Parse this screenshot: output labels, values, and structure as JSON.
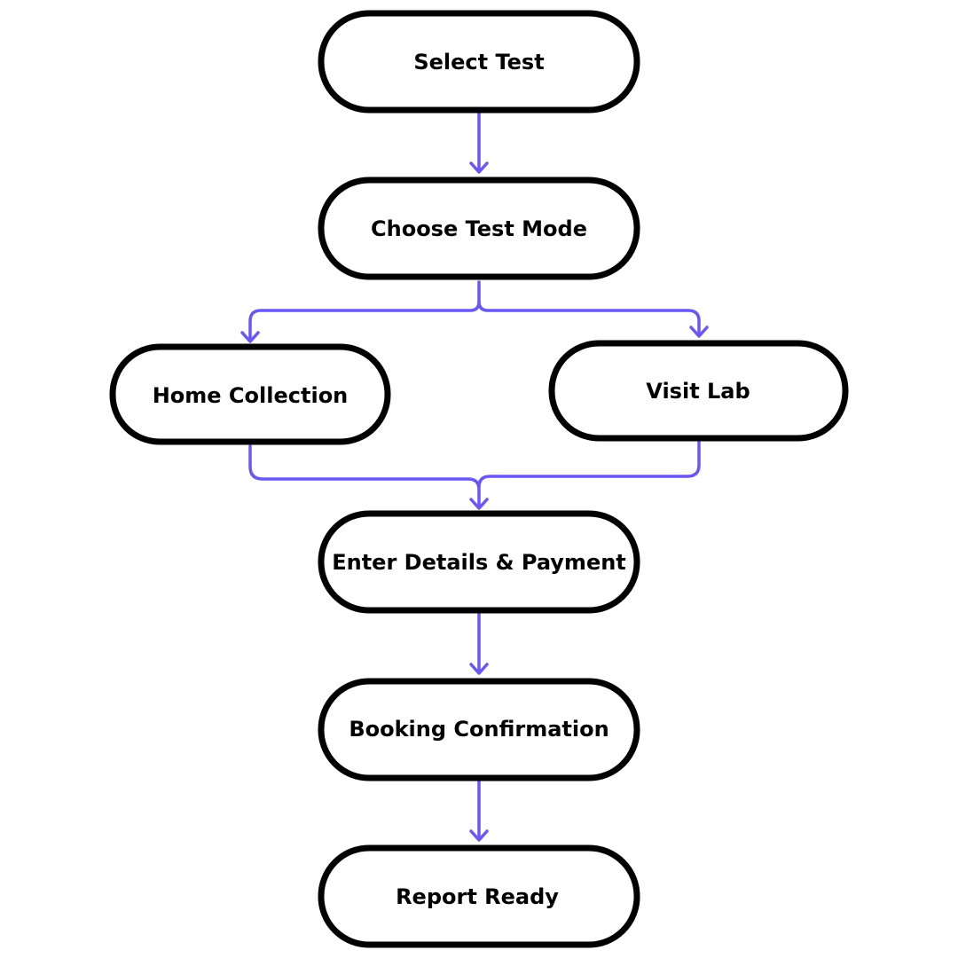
{
  "colors": {
    "connector": "#6b57f5",
    "node_border": "#000000",
    "node_fill": "#ffffff",
    "text": "#000000"
  },
  "nodes": {
    "select_test": "Select Test",
    "choose_mode": "Choose Test Mode",
    "home_collection": "Home Collection",
    "visit_lab": "Visit Lab",
    "enter_details": "Enter Details & Payment",
    "booking_confirmation": "Booking Confirmation",
    "report_ready": "Report Ready"
  }
}
